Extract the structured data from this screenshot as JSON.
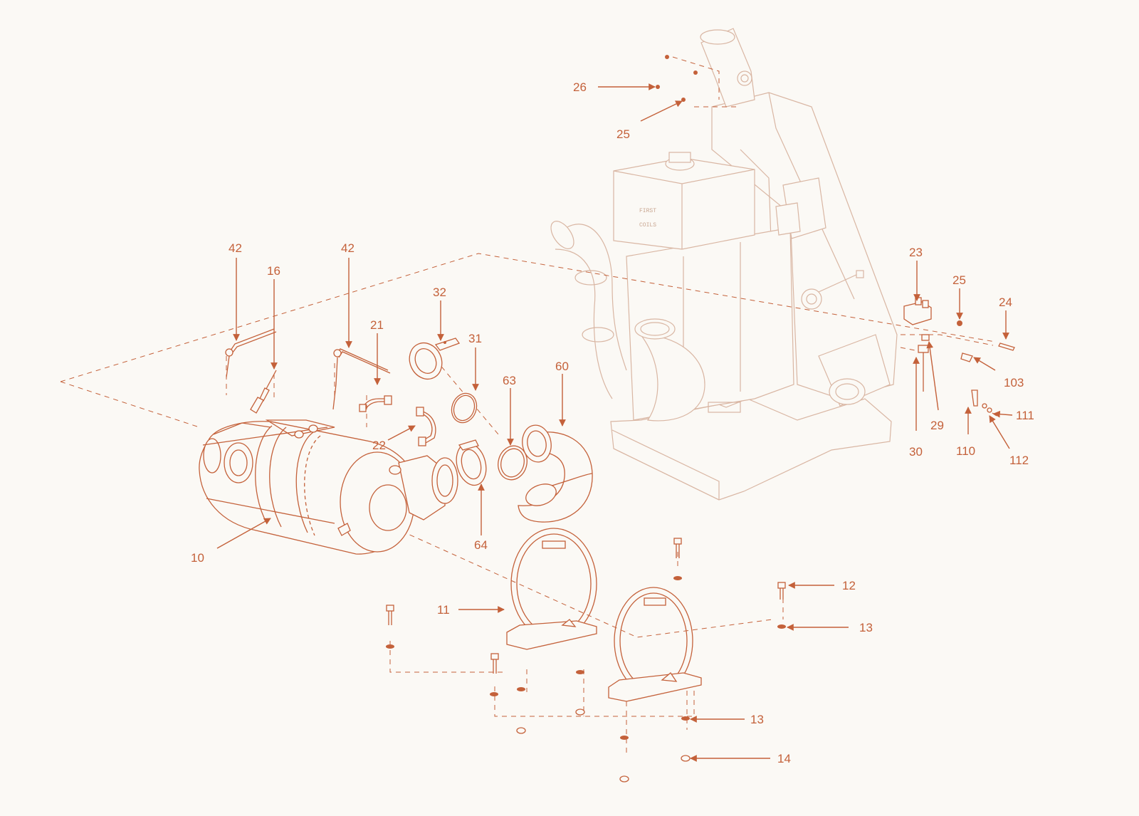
{
  "diagram": {
    "accent_color": "#c4613a",
    "muted_color": "#d9b6a3",
    "background_color": "#fbf9f5",
    "tank_text": [
      "FIRST",
      "COILS"
    ],
    "callouts": {
      "c42a": "42",
      "c16": "16",
      "c42b": "42",
      "c21": "21",
      "c32": "32",
      "c31": "31",
      "c22": "22",
      "c63": "63",
      "c60": "60",
      "c64": "64",
      "c10": "10",
      "c26": "26",
      "c25a": "25",
      "c23": "23",
      "c25b": "25",
      "c24": "24",
      "c103": "103",
      "c29": "29",
      "c30": "30",
      "c110": "110",
      "c111": "111",
      "c112": "112",
      "c11": "11",
      "c12": "12",
      "c13a": "13",
      "c13b": "13",
      "c14": "14"
    }
  }
}
